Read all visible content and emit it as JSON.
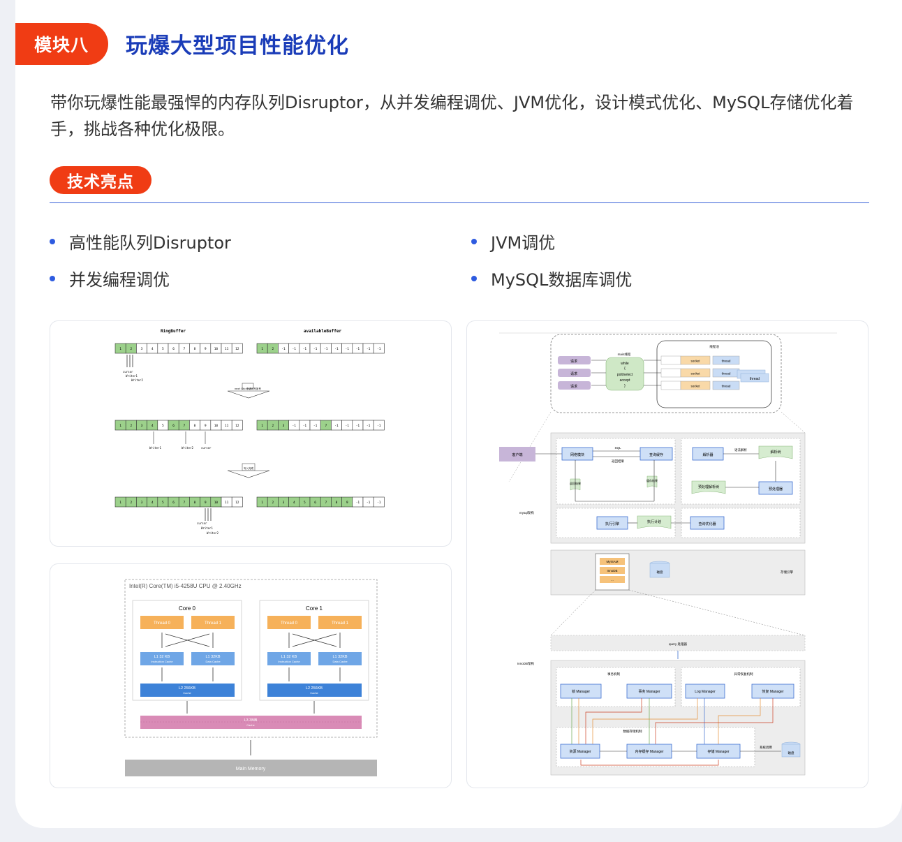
{
  "module": {
    "tag": "模块八",
    "title": "玩爆大型项目性能优化"
  },
  "description": "带你玩爆性能最强悍的内存队列Disruptor，从并发编程调优、JVM优化，设计模式优化、MySQL存储优化着手，挑战各种优化极限。",
  "highlights": {
    "badge": "技术亮点",
    "items": [
      "高性能队列Disruptor",
      "JVM调优",
      "并发编程调优",
      "MySQL数据库调优"
    ]
  },
  "diagram_ring": {
    "title_left": "RingBuffer",
    "title_right": "availableBuffer",
    "cells": [
      "1",
      "2",
      "3",
      "4",
      "5",
      "6",
      "7",
      "8",
      "9",
      "10",
      "11",
      "12"
    ],
    "neg": "-1",
    "ptr1": [
      "cursor",
      "Writer1",
      "Writer2"
    ],
    "ptr2": [
      "Writer1",
      "Writer2",
      "cursor"
    ],
    "note1": "next(2) 申请可写序号",
    "note2": "写入完成"
  },
  "diagram_cpu": {
    "title": "Intel(R) Core(TM) i5-4258U CPU @ 2.40GHz",
    "core0": "Core 0",
    "core1": "Core 1",
    "thread0": "Thread 0",
    "thread1": "Thread 1",
    "l1i": "L1 32 KB",
    "l1i_sub": "Instruction Cache",
    "l1d": "L1 32KB",
    "l1d_sub": "Data Cache",
    "l1d_b": "L1 32KB",
    "l2": "L2 256KB",
    "l2_sub": "Cache",
    "l3": "L3 3MB",
    "l3_sub": "Cache",
    "mem": "Main Memory"
  },
  "diagram_mysql": {
    "top": {
      "main": "main线程",
      "code1": "while",
      "code2": "{",
      "code3": "poll/select",
      "code4": "accept",
      "code5": "}",
      "pool": "线程池",
      "req": "请求",
      "socket": "socket",
      "thread": "thread"
    },
    "client": "客户端",
    "net": "网络模块",
    "sql": "SQL",
    "ret": "返回结果",
    "qcache": "查询缓存",
    "parser": "解析器",
    "grammar": "语法解析",
    "tree": "解析树",
    "pre": "预处理器",
    "pretree": "预处理解析树",
    "retlbl": "返回结果",
    "cachelbl": "缓存结果",
    "arch": "mysql架构",
    "exec": "执行引擎",
    "plan": "执行计划",
    "opt": "查询优化器",
    "myisam": "MyISAM",
    "innodb": "InnoDB",
    "dots": "...",
    "disk": "磁盘",
    "engine": "存储引擎",
    "query": "query 处理器",
    "inno_arch": "InnoDB架构",
    "tx": "事务机制",
    "recovery": "异常恢复机制",
    "lockm": "锁 Manager",
    "txm": "事务 Manager",
    "logm": "Log Manager",
    "recm": "恢复 Manager",
    "store": "数据存储机制",
    "resm": "资源 Manager",
    "memm": "内存缓存 Manager",
    "stom": "存储 Manager",
    "sys": "系统调用",
    "disk2": "磁盘"
  }
}
